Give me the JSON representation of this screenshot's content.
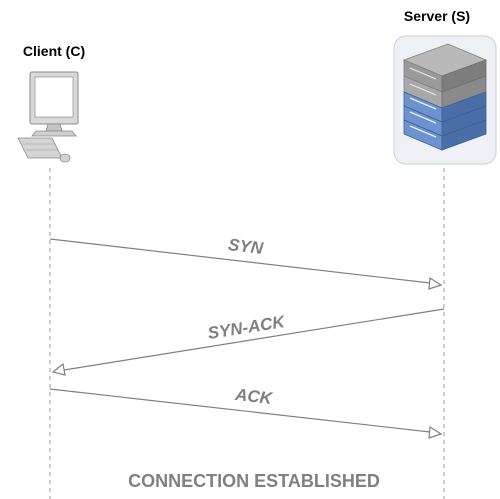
{
  "participants": {
    "client": {
      "label": "Client (C)",
      "icon": "desktop-computer-icon"
    },
    "server": {
      "label": "Server (S)",
      "icon": "server-rack-icon"
    }
  },
  "messages": [
    {
      "label": "SYN",
      "from": "client",
      "to": "server"
    },
    {
      "label": "SYN-ACK",
      "from": "server",
      "to": "client"
    },
    {
      "label": "ACK",
      "from": "client",
      "to": "server"
    }
  ],
  "footer": {
    "label": "CONNECTION ESTABLISHED"
  },
  "colors": {
    "line": "#808080",
    "lifeline": "#999999",
    "server_blue": "#4f78b8",
    "server_gray": "#8c8c8c"
  }
}
